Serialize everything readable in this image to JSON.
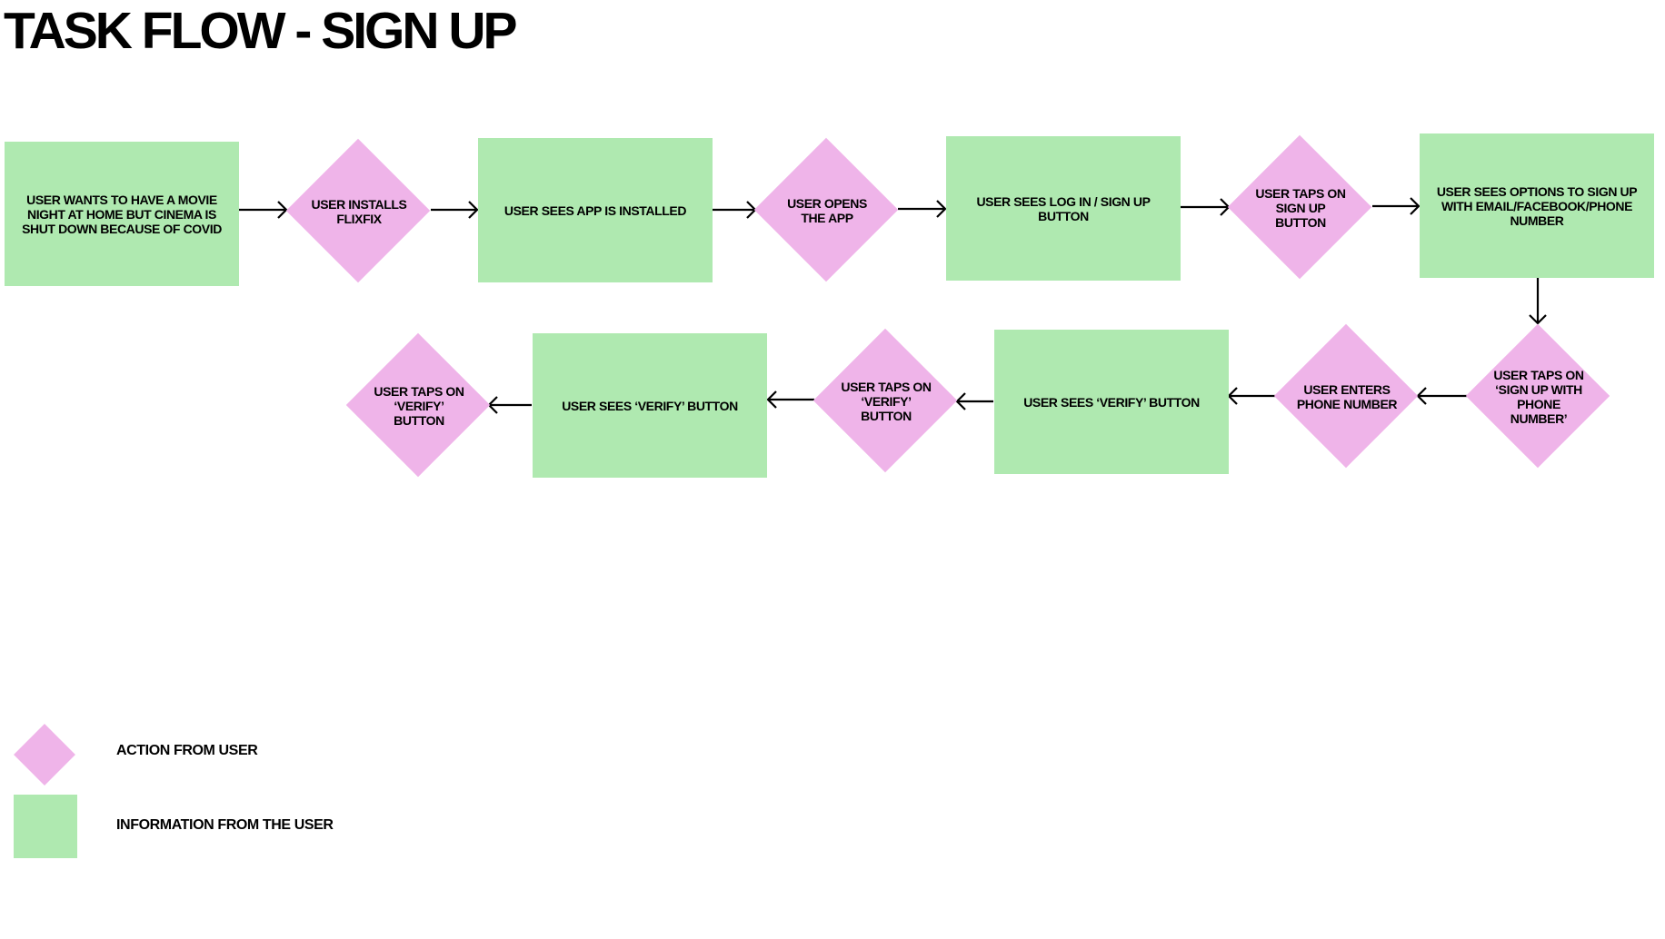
{
  "title": "TASK FLOW - SIGN UP",
  "colors": {
    "action": "#efb4e9",
    "information": "#afe9b0"
  },
  "nodes": [
    {
      "id": "n1",
      "shape": "rect",
      "label": "USER WANTS TO HAVE A MOVIE NIGHT AT HOME BUT CINEMA IS SHUT DOWN BECAUSE OF COVID"
    },
    {
      "id": "n2",
      "shape": "diamond",
      "label": "USER INSTALLS FLIXFIX"
    },
    {
      "id": "n3",
      "shape": "rect",
      "label": "USER SEES APP IS INSTALLED"
    },
    {
      "id": "n4",
      "shape": "diamond",
      "label": "USER OPENS THE APP"
    },
    {
      "id": "n5",
      "shape": "rect",
      "label": "USER SEES LOG IN / SIGN UP BUTTON"
    },
    {
      "id": "n6",
      "shape": "diamond",
      "label": "USER TAPS ON SIGN UP BUTTON"
    },
    {
      "id": "n7",
      "shape": "rect",
      "label": "USER SEES OPTIONS TO SIGN UP WITH EMAIL/FACEBOOK/PHONE NUMBER"
    },
    {
      "id": "n8",
      "shape": "diamond",
      "label": "USER TAPS ON ‘SIGN UP WITH PHONE NUMBER’"
    },
    {
      "id": "n9",
      "shape": "diamond",
      "label": "USER ENTERS PHONE NUMBER"
    },
    {
      "id": "n10",
      "shape": "rect",
      "label": "USER SEES ‘VERIFY’ BUTTON"
    },
    {
      "id": "n11",
      "shape": "diamond",
      "label": "USER TAPS ON ‘VERIFY’ BUTTON"
    },
    {
      "id": "n12",
      "shape": "rect",
      "label": "USER SEES ‘VERIFY’ BUTTON"
    },
    {
      "id": "n13",
      "shape": "diamond",
      "label": "USER TAPS ON ‘VERIFY’ BUTTON"
    }
  ],
  "edges": [
    [
      "n1",
      "n2"
    ],
    [
      "n2",
      "n3"
    ],
    [
      "n3",
      "n4"
    ],
    [
      "n4",
      "n5"
    ],
    [
      "n5",
      "n6"
    ],
    [
      "n6",
      "n7"
    ],
    [
      "n7",
      "n8"
    ],
    [
      "n8",
      "n9"
    ],
    [
      "n9",
      "n10"
    ],
    [
      "n10",
      "n11"
    ],
    [
      "n11",
      "n12"
    ],
    [
      "n12",
      "n13"
    ]
  ],
  "legend": {
    "action_label": "ACTION FROM USER",
    "information_label": "INFORMATION FROM THE USER"
  }
}
